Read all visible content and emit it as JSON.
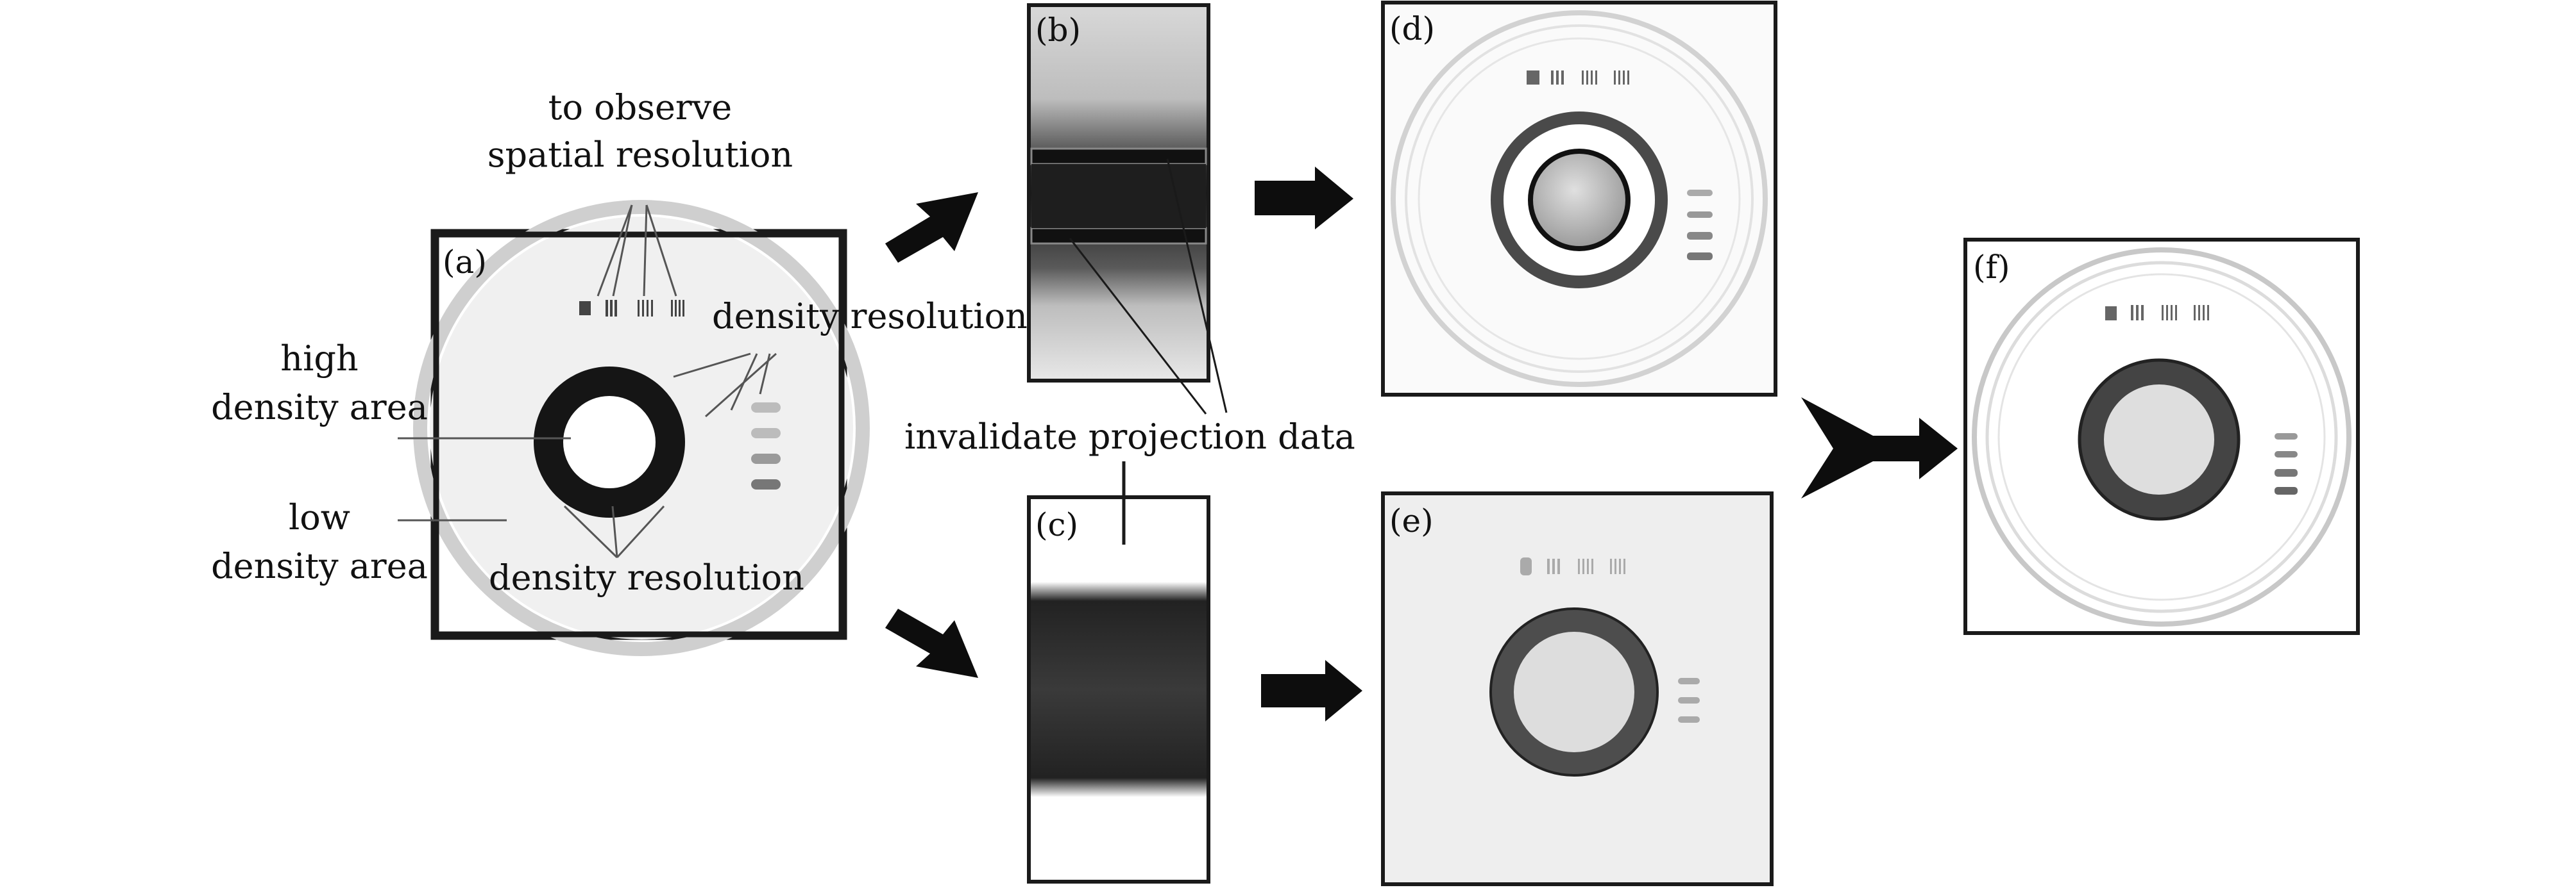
{
  "panels": {
    "a": {
      "tag": "(a)"
    },
    "b": {
      "tag": "(b)"
    },
    "c": {
      "tag": "(c)"
    },
    "d": {
      "tag": "(d)"
    },
    "e": {
      "tag": "(e)"
    },
    "f": {
      "tag": "(f)"
    }
  },
  "annotations": {
    "spatial_1": "to observe",
    "spatial_2": "spatial resolution",
    "density_top": "density resolution",
    "density_bottom": "density resolution",
    "high_1": "high",
    "high_2": "density area",
    "low_1": "low",
    "low_2": "density area",
    "invalidate": "invalidate projection data"
  },
  "colors": {
    "frame": "#1a1a1a",
    "dark_ring": "#151515",
    "light_ring": "#cfcfcf",
    "background_gray": "#f0f0f0",
    "arrow": "#0d0d0d"
  }
}
